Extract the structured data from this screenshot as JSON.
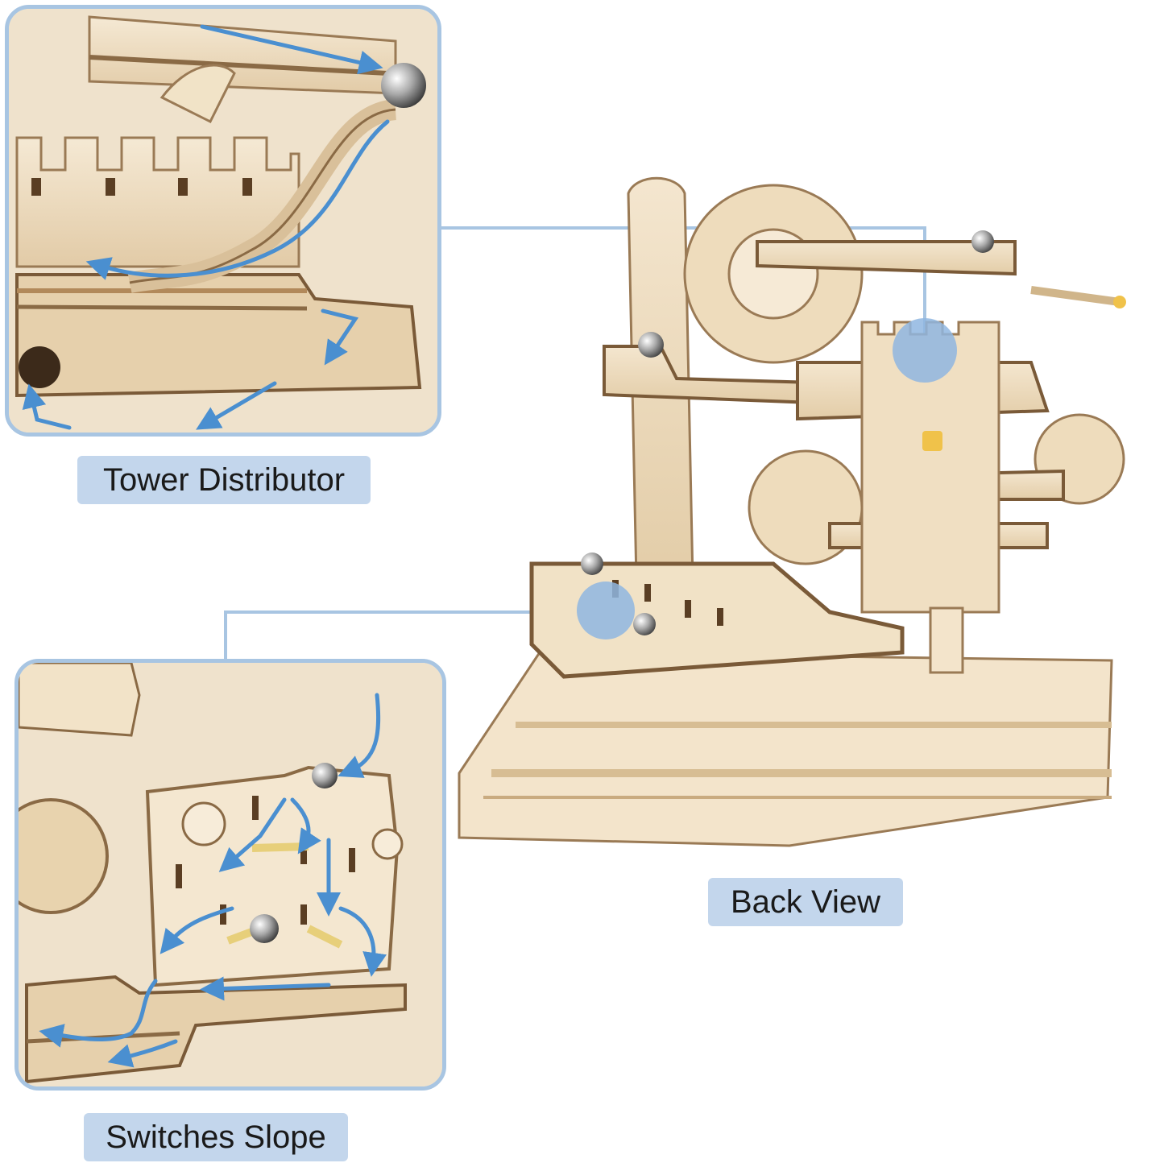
{
  "callouts": {
    "tower_distributor": "Tower Distributor",
    "back_view": "Back View",
    "switches_slope": "Switches Slope"
  },
  "colors": {
    "callout_border": "#a8c5e2",
    "label_background": "#c3d6ec",
    "arrow": "#4a8fd0",
    "wood_light": "#f2e3c8",
    "wood_dark": "#8a6a45"
  },
  "icons": [
    "arrow-icon",
    "steel-ball-icon",
    "gear-icon",
    "highlight-dot-icon"
  ]
}
